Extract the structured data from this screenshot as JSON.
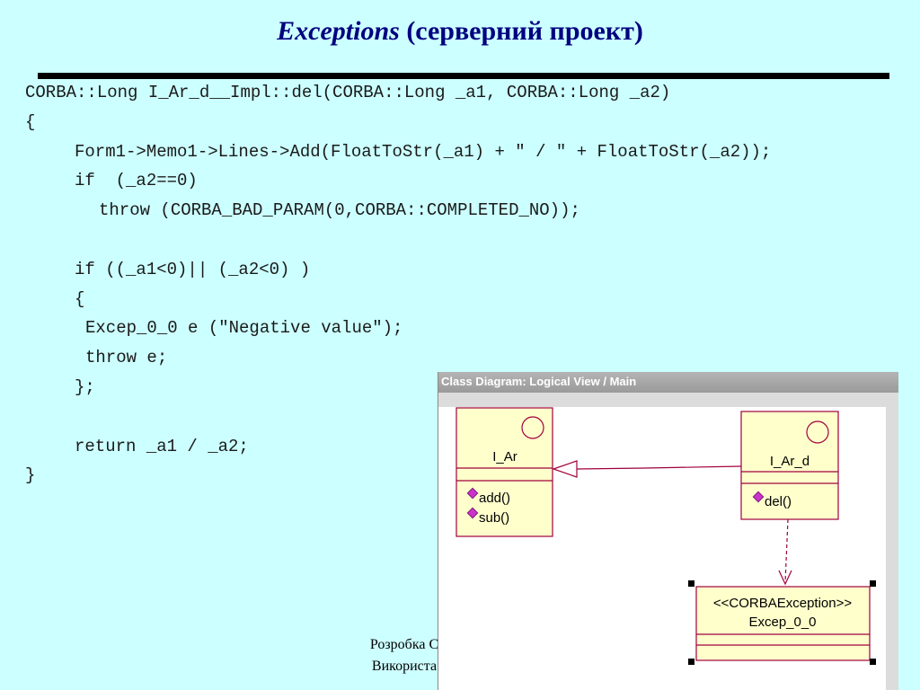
{
  "title": {
    "italic": "Exceptions",
    "rest": "(серверний проект)"
  },
  "code_lines": [
    {
      "text": "CORBA::Long I_Ar_d__Impl::del(CORBA::Long _a1, CORBA::Long _a2)",
      "indent": 0
    },
    {
      "text": "{",
      "indent": 0
    },
    {
      "text": "Form1->Memo1->Lines->Add(FloatToStr(_a1) + \" / \" + FloatToStr(_a2));",
      "indent": 1
    },
    {
      "text": "if  (_a2==0)",
      "indent": 1
    },
    {
      "text": "throw (CORBA_BAD_PARAM(0,CORBA::COMPLETED_NO));",
      "indent": 2
    },
    {
      "text": "",
      "indent": 0
    },
    {
      "text": "if ((_a1<0)|| (_a2<0) )",
      "indent": 1
    },
    {
      "text": "{",
      "indent": 1
    },
    {
      "text": "Excep_0_0 e (\"Negative value\");",
      "indent": 3
    },
    {
      "text": "throw e;",
      "indent": 3
    },
    {
      "text": "};",
      "indent": 1
    },
    {
      "text": "",
      "indent": 0
    },
    {
      "text": "return _a1 / _a2;",
      "indent": 1
    },
    {
      "text": "}",
      "indent": 0
    }
  ],
  "footer": {
    "line1": "Розробка С",
    "line2": "Використа"
  },
  "diagram": {
    "window_title": "Class Diagram: Logical View / Main",
    "class_i_ar": {
      "name": "I_Ar",
      "ops": [
        "add()",
        "sub()"
      ]
    },
    "class_i_ar_d": {
      "name": "I_Ar_d",
      "ops": [
        "del()"
      ]
    },
    "class_excep": {
      "stereotype": "<<CORBAException>>",
      "name": "Excep_0_0"
    }
  },
  "colors": {
    "background": "#ccffff",
    "title": "#000080",
    "class_fill": "#ffffcc",
    "class_stroke": "#a0003c",
    "op_icon": "#cc33cc"
  }
}
